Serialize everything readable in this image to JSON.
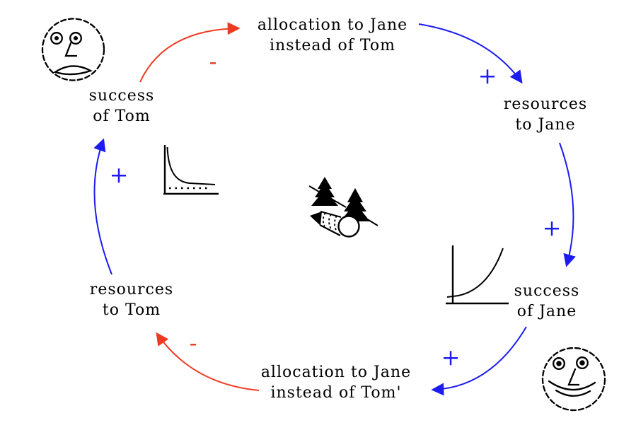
{
  "diagram": {
    "description": "causal loop diagram - success to the successful (Tom and Jane)",
    "colors": {
      "positive_link": "#1c1cf0",
      "negative_link": "#ee3a22",
      "ink": "#000000",
      "background": "#ffffff"
    },
    "nodes": {
      "alloc_top": {
        "line1": "allocation to Jane",
        "line2": "instead of Tom"
      },
      "resources_jane": {
        "line1": "resources",
        "line2": "to Jane"
      },
      "success_jane": {
        "line1": "success",
        "line2": "of Jane"
      },
      "alloc_bottom": {
        "line1": "allocation to Jane",
        "line2": "instead of Tom'"
      },
      "resources_tom": {
        "line1": "resources",
        "line2": "to Tom"
      },
      "success_tom": {
        "line1": "success",
        "line2": "of Tom"
      }
    },
    "links": {
      "success_tom_to_alloc": {
        "sign": "-",
        "polarity": "negative"
      },
      "alloc_to_resources_jane": {
        "sign": "+",
        "polarity": "positive"
      },
      "resources_jane_to_success_jane": {
        "sign": "+",
        "polarity": "positive"
      },
      "success_jane_to_alloc_bottom": {
        "sign": "+",
        "polarity": "positive"
      },
      "alloc_bottom_to_resources_tom": {
        "sign": "-",
        "polarity": "negative"
      },
      "resources_tom_to_success_tom": {
        "sign": "+",
        "polarity": "positive"
      }
    },
    "icons": {
      "top_left": "sad-face-icon",
      "bottom_right": "happy-face-icon",
      "left_center": "declining-graph-icon",
      "right_center": "rising-graph-icon",
      "center": "logging-trees-icon"
    }
  }
}
